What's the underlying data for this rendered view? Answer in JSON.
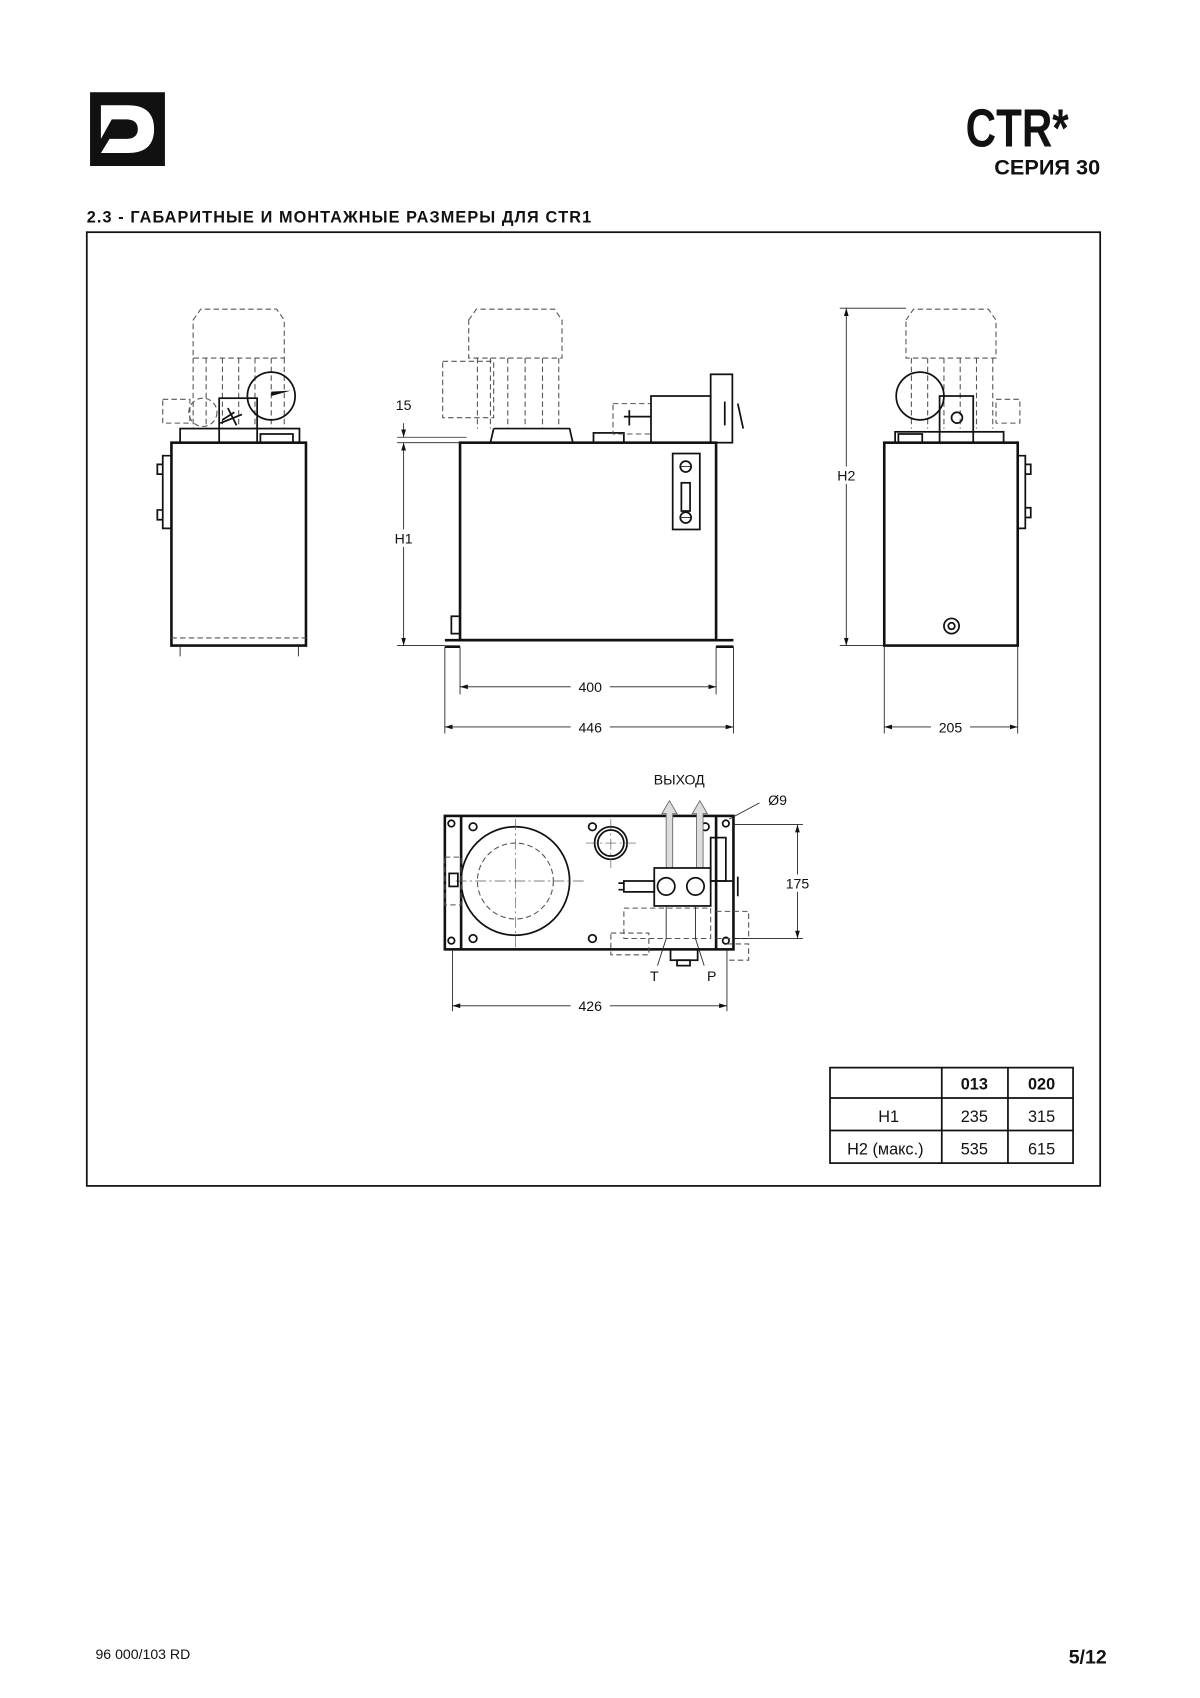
{
  "header": {
    "product": "CTR*",
    "series": "СЕРИЯ 30",
    "logo_letter": "D"
  },
  "section": {
    "title": "2.3 - ГАБАРИТНЫЕ И МОНТАЖНЫЕ РАЗМЕРЫ ДЛЯ CTR1"
  },
  "drawing": {
    "dim_15": "15",
    "dim_h1": "H1",
    "dim_400": "400",
    "dim_446": "446",
    "dim_h2": "H2",
    "dim_205": "205",
    "outlet_label": "ВЫХОД",
    "hole_dia": "Ø9",
    "dim_175": "175",
    "port_t": "T",
    "port_p": "P",
    "dim_426": "426"
  },
  "table": {
    "headers": [
      "",
      "013",
      "020"
    ],
    "rows": [
      [
        "H1",
        "235",
        "315"
      ],
      [
        "H2 (макс.)",
        "535",
        "615"
      ]
    ]
  },
  "footer": {
    "doc_code": "96 000/103 RD",
    "page": "5/12"
  }
}
